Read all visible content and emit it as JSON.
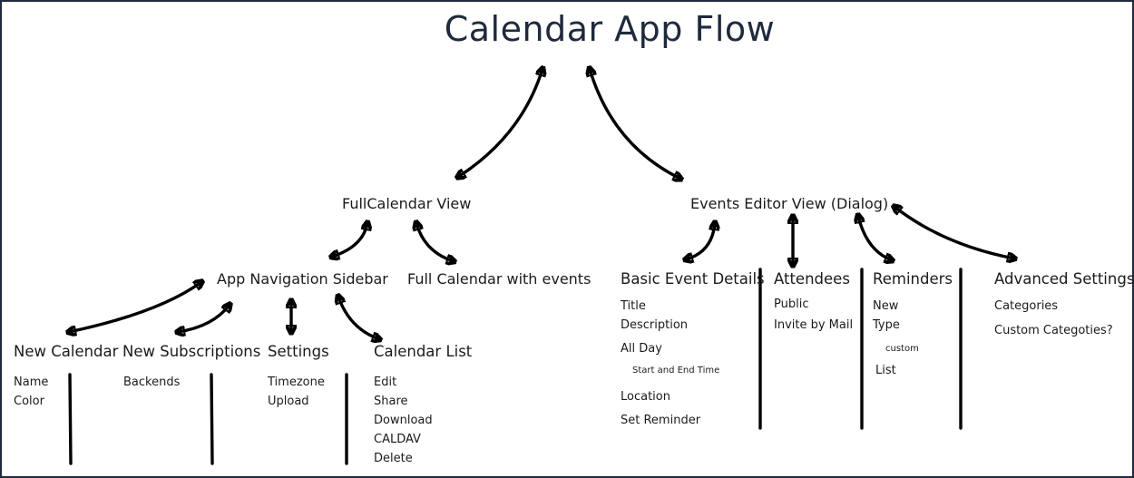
{
  "title": "Calendar App Flow",
  "level1": {
    "fullcalendar_view": "FullCalendar View",
    "events_editor_view": "Events Editor View (Dialog)"
  },
  "level2": {
    "app_navigation_sidebar": "App Navigation Sidebar",
    "full_calendar_with_events": "Full Calendar with events"
  },
  "sections": {
    "new_calendar": {
      "heading": "New Calendar",
      "items": [
        "Name",
        "Color"
      ]
    },
    "new_subscriptions": {
      "heading": "New Subscriptions",
      "items": [
        "Backends"
      ]
    },
    "settings": {
      "heading": "Settings",
      "items": [
        "Timezone",
        "Upload"
      ]
    },
    "calendar_list": {
      "heading": "Calendar List",
      "items": [
        "Edit",
        "Share",
        "Download",
        "CALDAV",
        "Delete"
      ]
    },
    "basic_event_details": {
      "heading": "Basic Event Details",
      "items": [
        "Title",
        "Description",
        "All Day",
        "Start and End Time",
        "Location",
        "Set Reminder"
      ]
    },
    "attendees": {
      "heading": "Attendees",
      "items": [
        "Public",
        "Invite by Mail"
      ]
    },
    "reminders": {
      "heading": "Reminders",
      "items": [
        "New",
        "Type",
        "custom",
        "List"
      ]
    },
    "advanced_settings": {
      "heading": "Advanced Settings",
      "items": [
        "Categories",
        "Custom Categoties?"
      ]
    }
  }
}
